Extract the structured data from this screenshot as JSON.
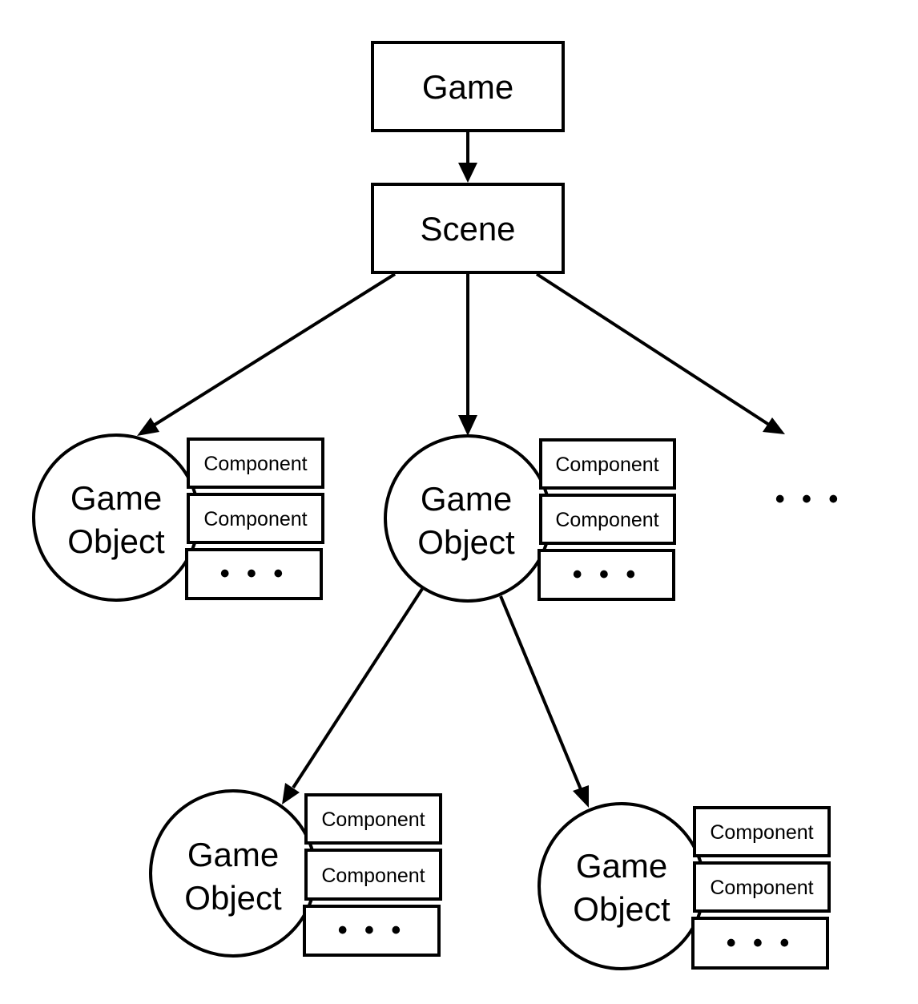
{
  "nodes": {
    "game": {
      "label": "Game"
    },
    "scene": {
      "label": "Scene"
    }
  },
  "game_objects": [
    {
      "line1": "Game",
      "line2": "Object",
      "components": [
        "Component",
        "Component",
        "• • •"
      ]
    },
    {
      "line1": "Game",
      "line2": "Object",
      "components": [
        "Component",
        "Component",
        "• • •"
      ]
    },
    {
      "line1": "Game",
      "line2": "Object",
      "components": [
        "Component",
        "Component",
        "• • •"
      ]
    },
    {
      "line1": "Game",
      "line2": "Object",
      "components": [
        "Component",
        "Component",
        "• • •"
      ]
    }
  ],
  "more_indicator": "• • •",
  "colors": {
    "stroke": "#000000",
    "fill": "#ffffff"
  }
}
